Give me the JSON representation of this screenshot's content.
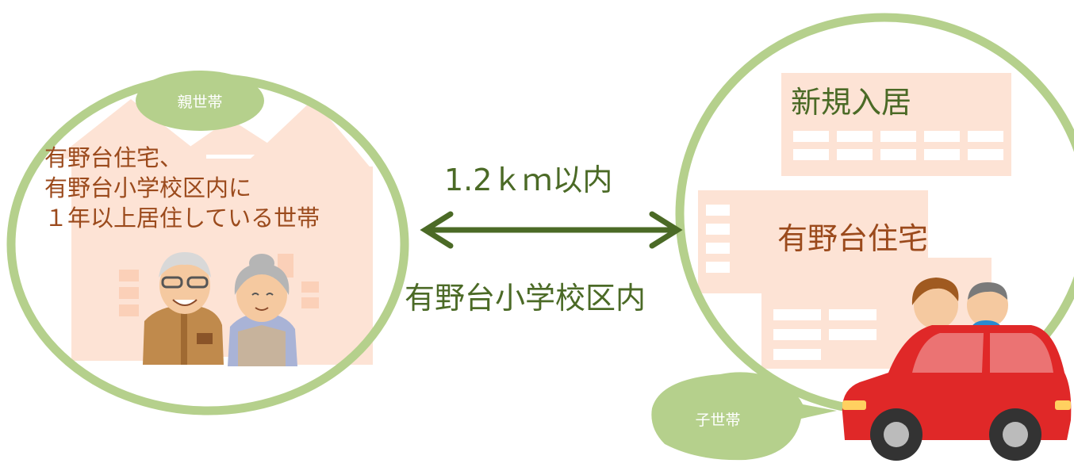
{
  "parent": {
    "badge": "親世帯",
    "lines": [
      "有野台住宅、",
      "有野台小学校区内に",
      "１年以上居住している世帯"
    ]
  },
  "connector": {
    "distance": "1.2ｋｍ以内",
    "area": "有野台小学校区内"
  },
  "child": {
    "heading": "新規入居",
    "housing": "有野台住宅",
    "badge": "子世帯"
  },
  "colors": {
    "circle_stroke": "#b5d08c",
    "badge_fill": "#b5d08c",
    "arrow": "#4b6a26",
    "text_brown": "#9b4a1c",
    "text_green": "#4b6a26",
    "building_tint": "#fde3d5"
  }
}
